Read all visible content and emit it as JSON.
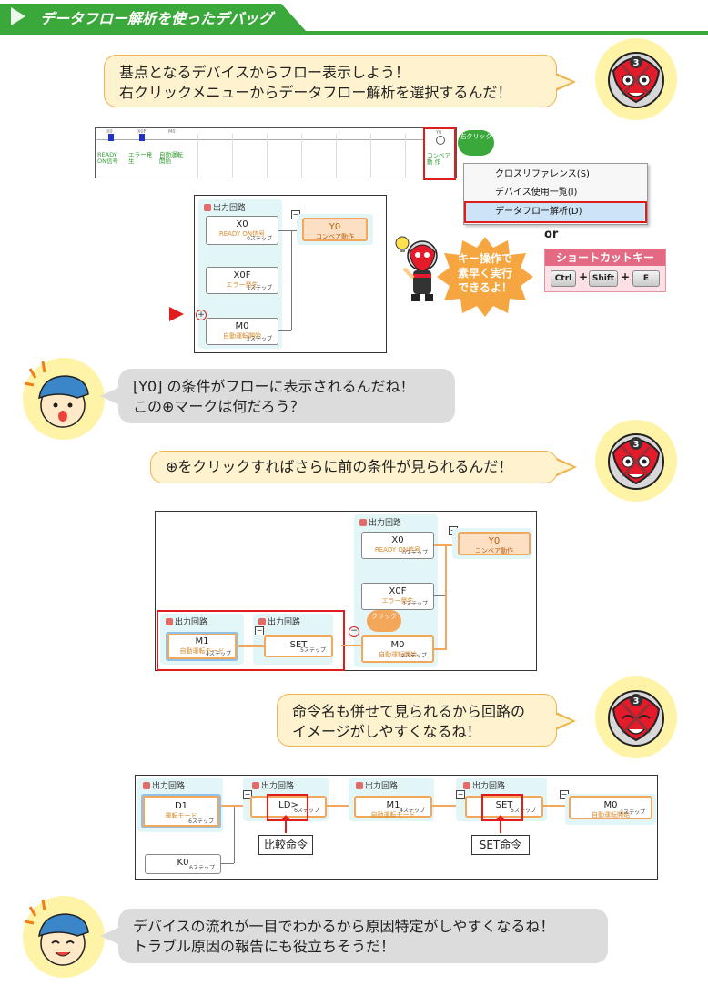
{
  "header": {
    "title": "データフロー解析を使ったデバッグ"
  },
  "bubbles": {
    "b1_line1": "基点となるデバイスからフロー表示しよう！",
    "b1_line2": "右クリックメニューからデータフロー解析を選択するんだ！",
    "b2_line1": "[Y0] の条件がフローに表示されるんだね！",
    "b2_line2": "この⊕マークは何だろう？",
    "b3": "⊕をクリックすればさらに前の条件が見られるんだ！",
    "b4_line1": "命令名も併せて見られるから回路の",
    "b4_line2": "イメージがしやすくなるね！",
    "b5_line1": "デバイスの流れが一目でわかるから原因特定がしやすくなるね！",
    "b5_line2": "トラブル原因の報告にも役立ちそうだ！"
  },
  "ladder": {
    "c1_dev": "X0",
    "c1_text": "READY ON信号",
    "c2_dev": "X0F",
    "c2_text": "エラー発 生",
    "c3_dev": "M0",
    "c3_text": "自動運転 開始",
    "coil_dev": "Y0",
    "coil_text": "コンベア動 作",
    "rclick": "右クリック"
  },
  "context_menu": {
    "items": [
      "クロスリファレンス(S)",
      "デバイス使用一覧(I)",
      "データフロー解析(D)"
    ]
  },
  "or_label": "or",
  "shortcut": {
    "title": "ショートカットキー",
    "keys": [
      "Ctrl",
      "Shift",
      "E"
    ],
    "plus": "+"
  },
  "starburst": {
    "line1": "キー操作で",
    "line2": "素早く実行",
    "line3": "できるよ！"
  },
  "flow": {
    "group_title": "出力回路",
    "x0": {
      "dev": "X0",
      "comment": "READY ON信号",
      "steps": "0ステップ"
    },
    "x0f": {
      "dev": "X0F",
      "comment": "エラー発生",
      "steps": "1ステップ"
    },
    "m0": {
      "dev": "M0",
      "comment": "自動運転開始",
      "steps": "2ステップ"
    },
    "y0": {
      "dev": "Y0",
      "comment": "コンベア動作"
    },
    "m1": {
      "dev": "M1",
      "comment": "自動運転モード",
      "steps": "4ステップ"
    },
    "set": {
      "dev": "SET",
      "steps": "5ステップ"
    },
    "click": "クリック",
    "d1": {
      "dev": "D1",
      "comment": "運転モード",
      "steps": "6ステップ"
    },
    "ld": {
      "dev": "LD>",
      "steps": "6ステップ"
    },
    "k0": {
      "dev": "K0",
      "steps": "6ステップ"
    }
  },
  "labels": {
    "ld_cmd": "比較命令",
    "set_cmd": "SET命令"
  },
  "avatar_mark": "3",
  "colors": {
    "green": "#3aa83a",
    "bubble_border": "#f0b24a",
    "bubble_fill": "#fff3cf",
    "red": "#e01d1d",
    "orange": "#f3a75a"
  }
}
